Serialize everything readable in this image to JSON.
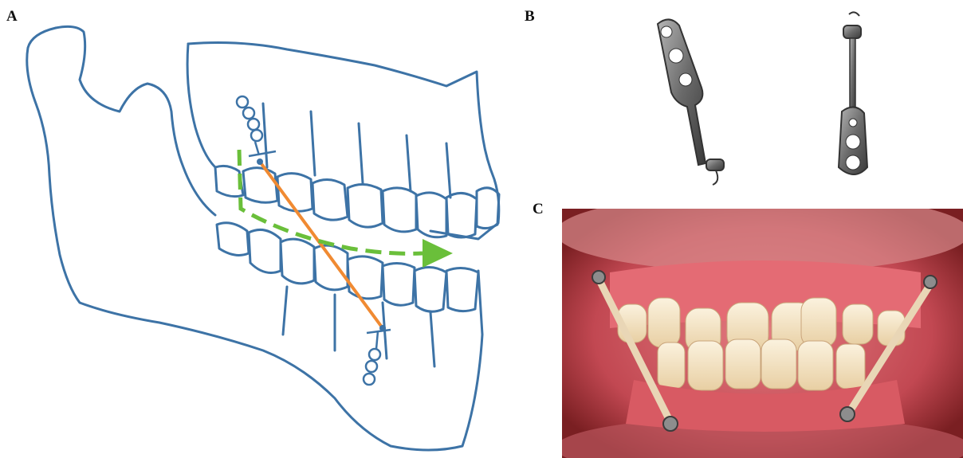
{
  "figure": {
    "panels": [
      {
        "label": "A",
        "subject": "mandible-and-maxilla-line-drawing"
      },
      {
        "label": "B",
        "subject": "two-bone-anchor-plates"
      },
      {
        "label": "C",
        "subject": "intraoral-photograph-with-elastics"
      }
    ]
  },
  "colors": {
    "sketch_blue": "#3d73a6",
    "occlusal_green": "#6abf3a",
    "elastic_orange": "#f08a32",
    "plate_metal": "#8a8a8a",
    "gingiva": "#d1606a",
    "teeth": "#f2e2c4",
    "mouth_dark": "#7a1f22"
  }
}
